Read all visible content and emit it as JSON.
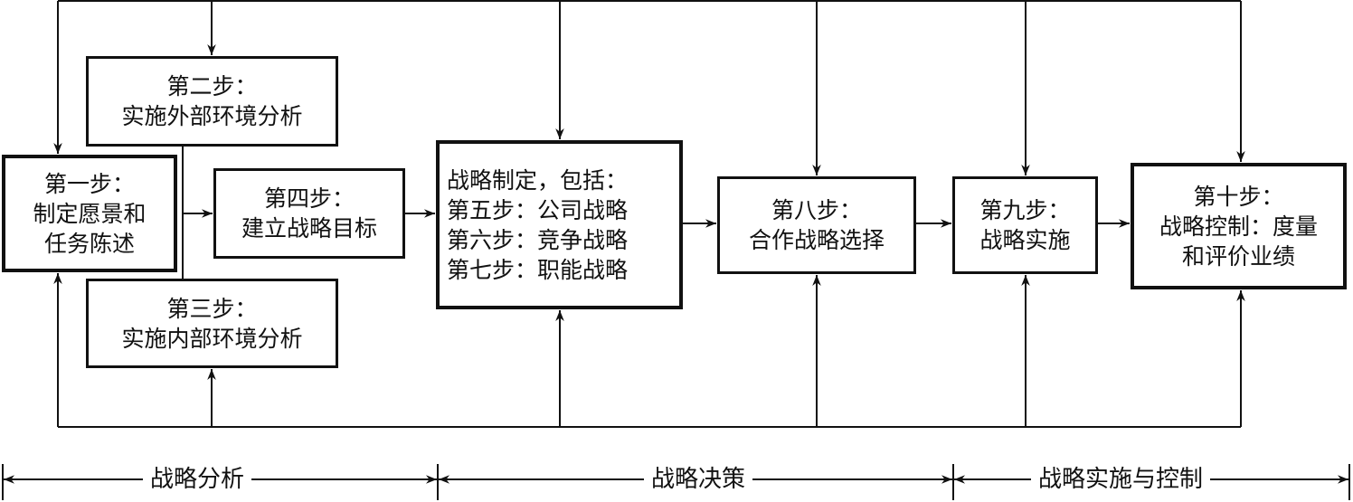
{
  "steps": {
    "s1": {
      "l1": "第一步：",
      "l2": "制定愿景和",
      "l3": "任务陈述"
    },
    "s2": {
      "l1": "第二步：",
      "l2": "实施外部环境分析"
    },
    "s3": {
      "l1": "第三步：",
      "l2": "实施内部环境分析"
    },
    "s4": {
      "l1": "第四步：",
      "l2": "建立战略目标"
    },
    "s567": {
      "l1": "战略制定，包括：",
      "l2": "第五步：公司战略",
      "l3": "第六步：竞争战略",
      "l4": "第七步：职能战略"
    },
    "s8": {
      "l1": "第八步：",
      "l2": "合作战略选择"
    },
    "s9": {
      "l1": "第九步：",
      "l2": "战略实施"
    },
    "s10": {
      "l1": "第十步：",
      "l2": "战略控制：度量",
      "l3": "和评价业绩"
    }
  },
  "phases": [
    "战略分析",
    "战略决策",
    "战略实施与控制"
  ]
}
